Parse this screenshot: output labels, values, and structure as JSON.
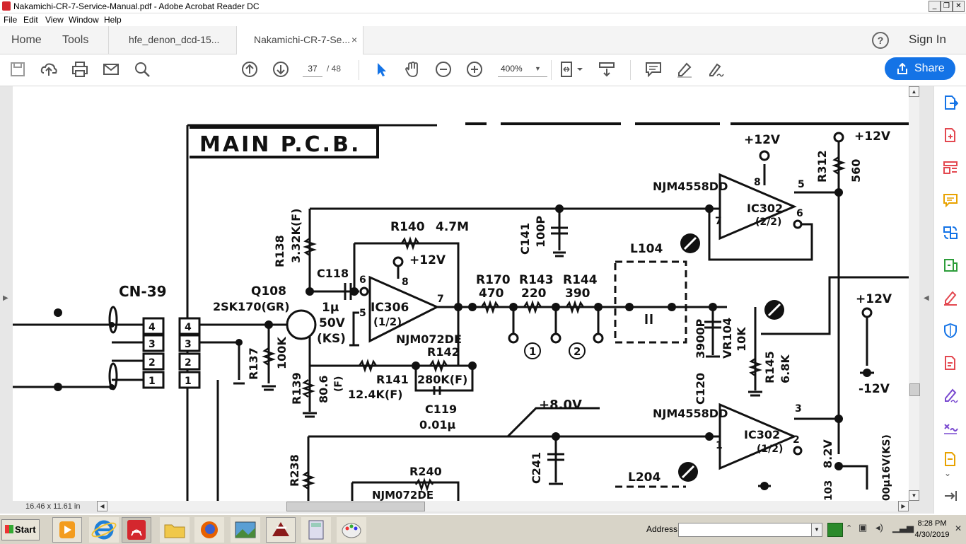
{
  "window": {
    "title": "Nakamichi-CR-7-Service-Manual.pdf - Adobe Acrobat Reader DC",
    "controls": [
      "_",
      "❐",
      "✕"
    ]
  },
  "menu": [
    "File",
    "Edit",
    "View",
    "Window",
    "Help"
  ],
  "tabs": {
    "home": "Home",
    "tools": "Tools",
    "docs": [
      {
        "label": "hfe_denon_dcd-15...",
        "active": false
      },
      {
        "label": "Nakamichi-CR-7-Se...",
        "active": true
      }
    ],
    "close": "×",
    "sign_in": "Sign In",
    "help": "?"
  },
  "toolbar": {
    "page_current": "37",
    "page_total": "/ 48",
    "zoom": "400%",
    "share_label": "Share"
  },
  "document": {
    "page_size": "16.46 x 11.61 in",
    "schematic": {
      "title": "MAIN P.C.B.",
      "labels": {
        "r138": "R138",
        "r138v": "3.32K(F)",
        "c118": "C118",
        "c118v": "1μ",
        "c118v2": "50V",
        "c118v3": "(KS)",
        "r140": "R140",
        "r140v": "4.7M",
        "c141": "C141",
        "c141v": "100P",
        "l104": "L104",
        "nj_top": "NJM4558DD",
        "ic302_top": "IC302",
        "ic302_top_half": "(2/2)",
        "plus12_a": "+12V",
        "plus12_b": "+12V",
        "plus12_c": "+12V",
        "plus12_d": "+12V",
        "r312": "R312",
        "r312v": "560",
        "cn39": "CN-39",
        "q108": "Q108",
        "q108v": "2SK170(GR)",
        "ic306": "IC306",
        "ic306h": "(1/2)",
        "nj072": "NJM072DE",
        "r170": "R170",
        "r170v": "470",
        "r143": "R143",
        "r143v": "220",
        "r144": "R144",
        "r144v": "390",
        "c120v": "3900P",
        "c120": "C120",
        "vr104": "VR104",
        "vr104v": "10K",
        "r145": "R145",
        "r145v": "6.8K",
        "minus12": "-12V",
        "r137": "R137",
        "r137v": "100K",
        "r139": "R139",
        "r139v": "80.6",
        "r139v2": "(F)",
        "r141": "R141",
        "r141v": "12.4K(F)",
        "r142": "R142",
        "r142v": "280K(F)",
        "c119": "C119",
        "c119v": "0.01μ",
        "plus8": "+8.0V",
        "nj_bot": "NJM4558DD",
        "ic302_bot": "IC302",
        "ic302_bot_half": "(1/2)",
        "r238": "R238",
        "c241": "C241",
        "r240": "R240",
        "nj072b": "NJM072DE",
        "l204": "L204",
        "pin1": "1",
        "pin2": "2",
        "pin3": "3",
        "pin4": "4",
        "tp1": "1",
        "tp2": "2",
        "op7": "7",
        "op8": "8",
        "op5": "5",
        "op6": "6",
        "op_t8": "8",
        "op_t7": "7",
        "op_t5": "5",
        "op_t6": "6",
        "op_b3": "3",
        "op_b1": "1",
        "op_b2": "2",
        "v82": "8.2V",
        "v16": "00μ16V(KS)",
        "n103": "103"
      }
    }
  },
  "taskbar": {
    "start": "Start",
    "address_label": "Address",
    "time": "8:28 PM",
    "date": "4/30/2019"
  },
  "colors": {
    "accent": "#1473e6",
    "acrobat_red": "#d4272e",
    "right_pane_icons": [
      "#1473e6",
      "#e34850",
      "#e34850",
      "#e8a200",
      "#1473e6",
      "#2d9d3a",
      "#e34850",
      "#1473e6",
      "#e34850",
      "#7a4ad0",
      "#7a4ad0",
      "#e8a200"
    ]
  }
}
